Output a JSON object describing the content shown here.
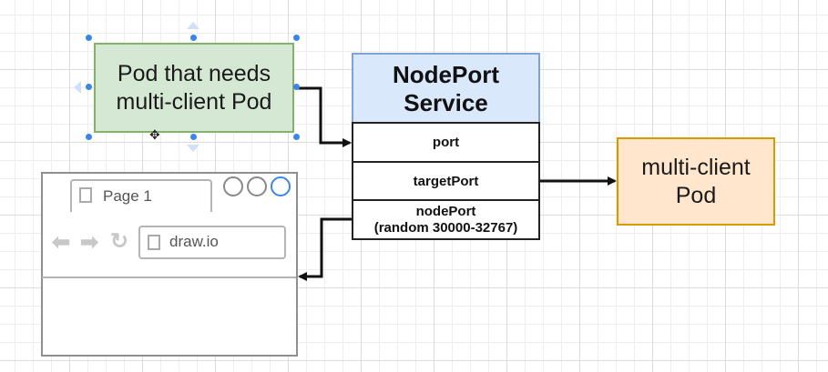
{
  "pod_left": {
    "label": "Pod that needs\nmulti-client Pod"
  },
  "service": {
    "title": "NodePort\nService",
    "rows": [
      "port",
      "targetPort",
      "nodePort\n(random 30000-32767)"
    ]
  },
  "pod_right": {
    "label": "multi-client\nPod"
  },
  "browser": {
    "tab_label": "Page 1",
    "url": "draw.io",
    "icons": [
      "back-arrow-icon",
      "forward-arrow-icon",
      "refresh-icon",
      "page-icon"
    ]
  },
  "colors": {
    "pod_left_fill": "#d5e8d4",
    "pod_left_stroke": "#82b366",
    "service_header_fill": "#dae8fc",
    "service_header_stroke": "#7da4d8",
    "pod_right_fill": "#ffe6cc",
    "pod_right_stroke": "#d79b00",
    "selection_handle": "#3a86e8",
    "window_button_active": "#3a86e8"
  }
}
